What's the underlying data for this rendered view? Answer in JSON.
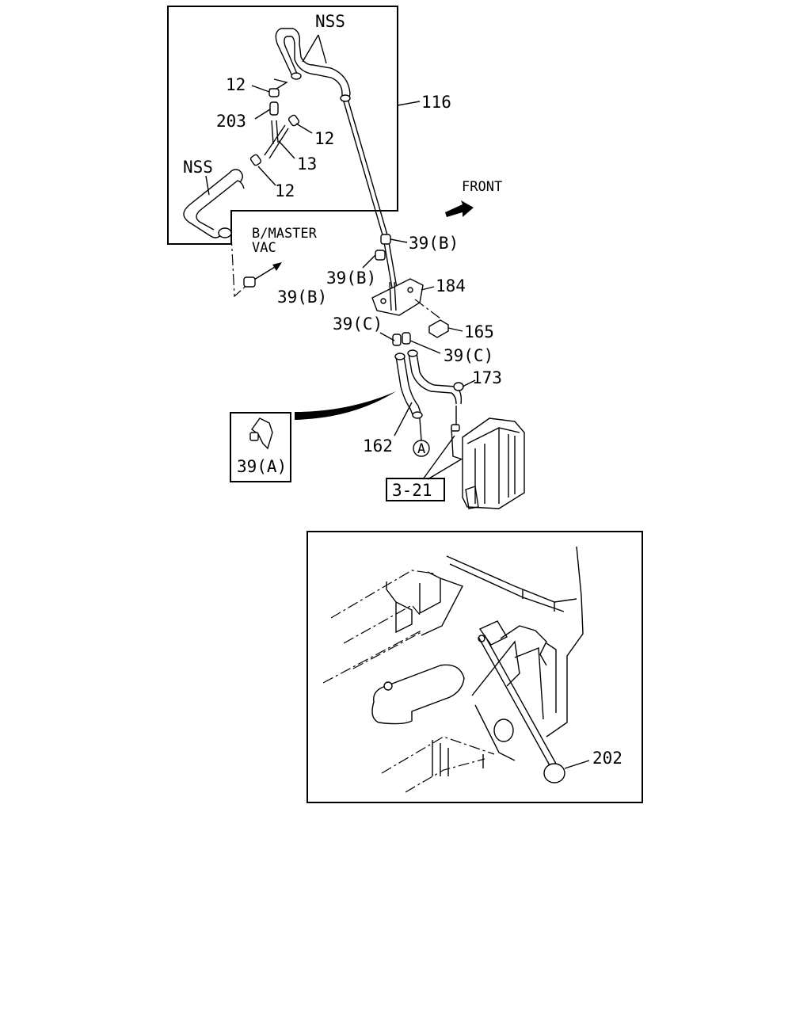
{
  "labels": {
    "nss_top": "NSS",
    "nss_left": "NSS",
    "p116": "116",
    "p12_a": "12",
    "p203": "203",
    "p12_b": "12",
    "p13": "13",
    "p12_c": "12",
    "front": "FRONT",
    "bmaster_line1": "B/MASTER",
    "bmaster_line2": "VAC",
    "p39b_a": "39(B)",
    "p39b_b": "39(B)",
    "p39b_c": "39(B)",
    "p184": "184",
    "p39c_a": "39(C)",
    "p165": "165",
    "p39c_b": "39(C)",
    "p173": "173",
    "p162": "162",
    "circle_a": "A",
    "p39a": "39(A)",
    "ref_3_21": "3-21",
    "p202": "202"
  }
}
